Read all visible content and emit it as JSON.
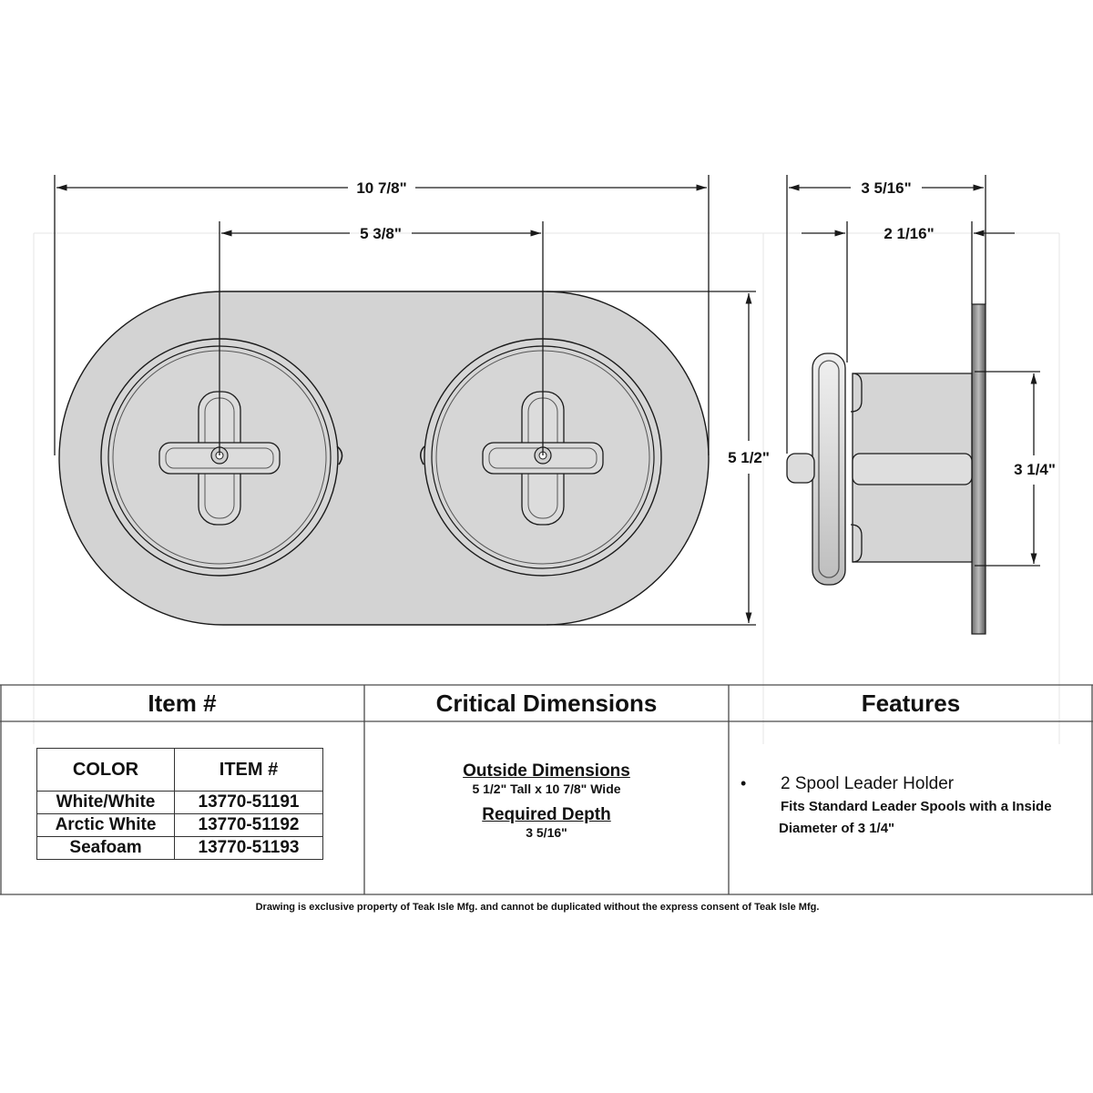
{
  "dimensions": {
    "overall_width": "10 7/8\"",
    "center_spacing": "5 3/8\"",
    "overall_height": "5 1/2\"",
    "depth": "3 5/16\"",
    "body_depth": "2 1/16\"",
    "spool_diameter": "3 1/4\""
  },
  "table_headers": {
    "item": "Item #",
    "critical": "Critical Dimensions",
    "features": "Features"
  },
  "color_table": {
    "header_color": "COLOR",
    "header_item": "ITEM #",
    "rows": [
      {
        "color": "White/White",
        "item": "13770-51191"
      },
      {
        "color": "Arctic White",
        "item": "13770-51192"
      },
      {
        "color": "Seafoam",
        "item": "13770-51193"
      }
    ]
  },
  "critical_dimensions": {
    "outside_label": "Outside Dimensions",
    "outside_value": "5 1/2\" Tall x 10 7/8\" Wide",
    "depth_label": "Required Depth",
    "depth_value": "3 5/16\""
  },
  "features": {
    "bullet": "•",
    "title": "2 Spool Leader Holder",
    "line1": "Fits Standard Leader Spools with a Inside",
    "line2": "Diameter of 3 1/4\""
  },
  "footer": "Drawing is exclusive property of Teak Isle Mfg. and cannot be duplicated without the express consent of Teak Isle Mfg.",
  "colors": {
    "body_fill": "#d3d3d3",
    "line": "#1a1a1a",
    "spool_fill": "#e2e2e2"
  }
}
